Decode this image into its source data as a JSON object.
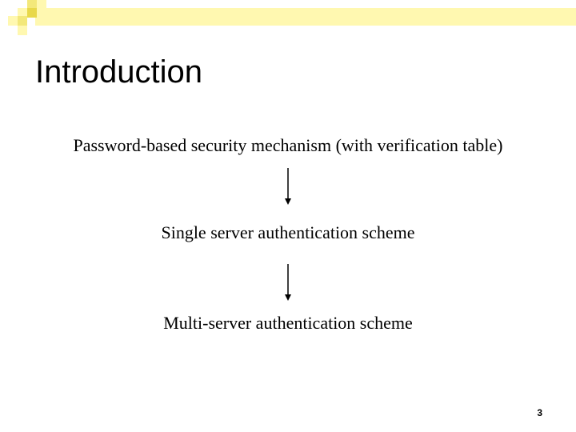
{
  "slide": {
    "title": "Introduction",
    "steps": [
      "Password-based security mechanism (with verification table)",
      "Single server authentication scheme",
      "Multi-server authentication scheme"
    ],
    "page_number": "3"
  },
  "colors": {
    "accent_light": "#fff8b0",
    "accent_mid": "#f3e87a",
    "accent_dark": "#e8d84a"
  }
}
